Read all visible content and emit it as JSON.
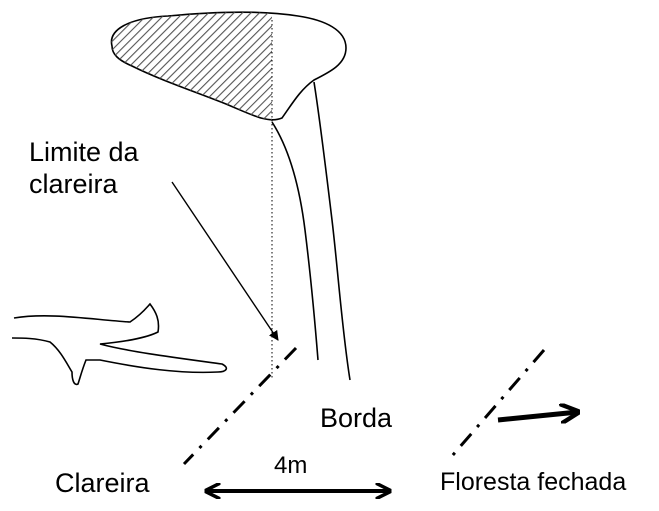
{
  "labels": {
    "limite_line1": "Limite da",
    "limite_line2": "clareira",
    "borda": "Borda",
    "clareira": "Clareira",
    "distance": "4m",
    "floresta": "Floresta fechada"
  },
  "colors": {
    "ink": "#000000",
    "background": "#ffffff",
    "hatch": "#555555"
  }
}
